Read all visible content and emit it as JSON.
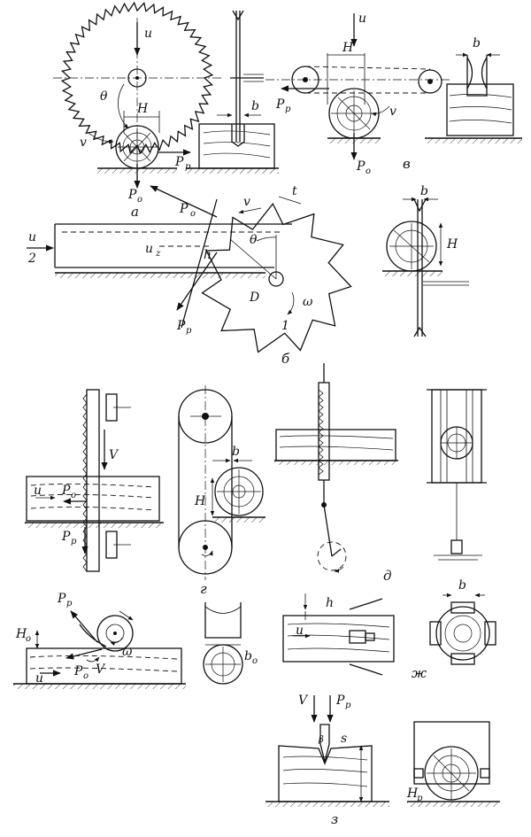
{
  "labels": {
    "u": "u",
    "u2": "u",
    "two": "2",
    "uz": "u",
    "z": "z",
    "h": "h",
    "theta": "θ",
    "H": "H",
    "b": "b",
    "P": "P",
    "p": "p",
    "o": "o",
    "v": "v",
    "V": "V",
    "t": "t",
    "D": "D",
    "one": "1",
    "omega": "ω",
    "Ho": "H",
    "bo": "b",
    "beta": "β",
    "s": "s",
    "Hp": "H"
  },
  "captions": {
    "a": "а",
    "b": "б",
    "v": "в",
    "g": "г",
    "d": "д",
    "zh": "ж",
    "z": "з"
  }
}
